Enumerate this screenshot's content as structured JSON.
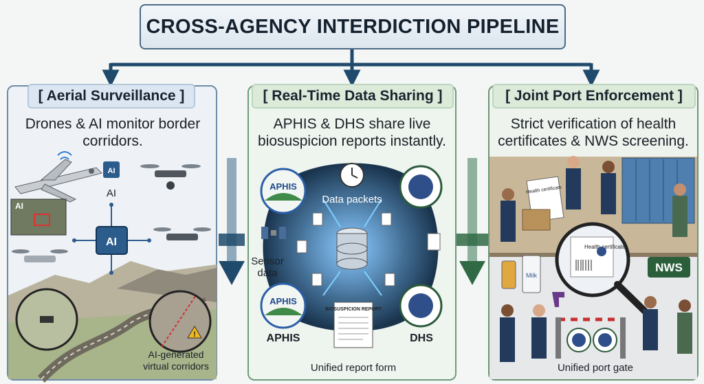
{
  "title": "CROSS-AGENCY INTERDICTION PIPELINE",
  "panels": {
    "aerial": {
      "heading": "[ Aerial Surveillance ]",
      "description": "Drones & AI monitor border corridors.",
      "labels": {
        "ai_chip_small": "AI",
        "ai_under_chip": "AI",
        "ai_hub": "AI",
        "ai_screen": "AI",
        "corridors": "AI-generated virtual corridors"
      }
    },
    "data_sharing": {
      "heading": "[ Real-Time Data Sharing ]",
      "description": "APHIS & DHS share live biosuspicion reports instantly.",
      "labels": {
        "data_packets": "Data packets",
        "sensor_data": "Sensor data",
        "aphis_logo_top": "APHIS",
        "aphis_logo_bottom": "APHIS",
        "aphis": "APHIS",
        "dhs": "DHS",
        "report_title": "BIOSUSPICION REPORT",
        "unified_form": "Unified report form"
      }
    },
    "port": {
      "heading": "[ Joint Port Enforcement ]",
      "description": "Strict verification of health certificates & NWS screening.",
      "labels": {
        "health_cert_doc": "Health certificate",
        "health_cert_magnified": "Health certificate",
        "milk": "Milk",
        "nws": "NWS",
        "unified_gate": "Unified port gate"
      }
    }
  },
  "colors": {
    "navy_arrow": "#1f4a6b",
    "green_arrow": "#2f6a45",
    "panel_left_bg": "#eef2f6",
    "panel_green_bg": "#eef4ee",
    "glow": "#3aa0ff"
  }
}
